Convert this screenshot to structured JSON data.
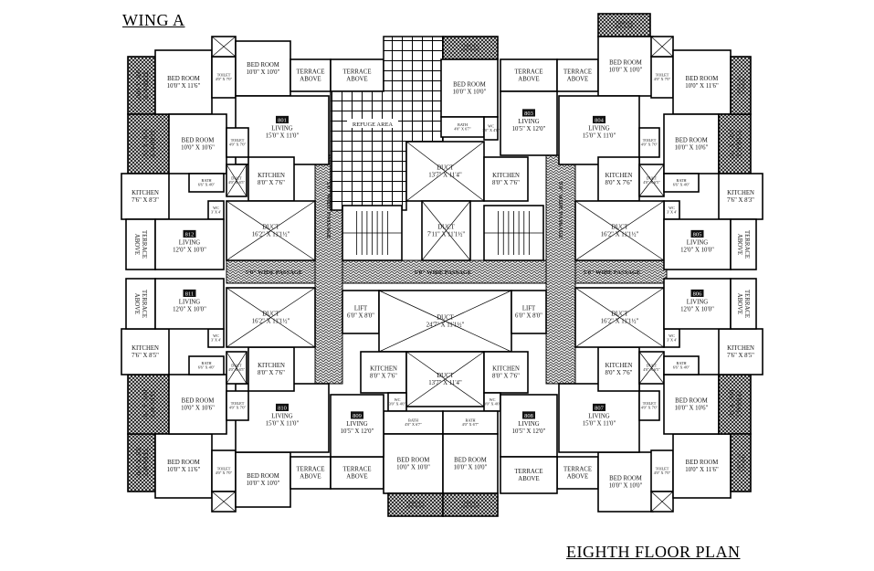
{
  "titles": {
    "wing": "WING A",
    "plan": "EIGHTH FLOOR PLAN"
  },
  "passages": {
    "horizontal_left": "5'0\" WIDE PASSAGE",
    "horizontal_center": "5'0\" WIDE PASSAGE",
    "horizontal_right": "5'0\" WIDE PASSAGE",
    "vertical_left": "5'0\" WIDE PASSAGE",
    "vertical_right": "5'0\" WIDE PASSAGE"
  },
  "rooms": [
    {
      "label": "TERRACE",
      "size": "5'0\" X 10'0\""
    },
    {
      "label": "TERRACE",
      "size": "10'6\" X 7'6\""
    },
    {
      "label": "BED ROOM",
      "size": "10'0\" X 11'6\""
    },
    {
      "label": "TOILET",
      "size": "4'0\" X 7'0\""
    },
    {},
    {
      "label": "BED ROOM",
      "size": "10'0\" X 10'0\""
    },
    {
      "label": "TERRACE",
      "size": "ABOVE"
    },
    {
      "label": "TERRACE",
      "size": "ABOVE"
    },
    {
      "label": "LIVING",
      "size": "15'0\" X 11'0\"",
      "unit": "801"
    },
    {
      "label": "BED ROOM",
      "size": "10'0\" X 10'6\""
    },
    {
      "label": "TOILET",
      "size": "4'0\" X 7'0\""
    },
    {
      "label": "KITCHEN",
      "size": "8'0\" X 7'6\""
    },
    {
      "label": "DUCT",
      "size": "4'0\" X 6'5\""
    },
    {
      "label": "KITCHEN",
      "size": "7'6\" X 8'3\""
    },
    {
      "label": "BATH",
      "size": "6'6\" X 4'0\""
    },
    {
      "label": "WC",
      "size": "3' X 4'"
    },
    {
      "label": "DUCT",
      "size": "16'2\" X 11'1½\""
    },
    {
      "label": "TERRACE",
      "size": "ABOVE"
    },
    {
      "label": "LIVING",
      "size": "12'0\" X 10'0\"",
      "unit": "812"
    },
    {
      "label": "REFUGE AREA"
    },
    {
      "label": "DUCT",
      "size": "13'7\" X 11'4\""
    },
    {
      "label": "DUCT",
      "size": "7'11\" X 11'1½\""
    },
    {},
    {},
    {
      "label": "TERRACE",
      "size": "10'0\" X 5'0\""
    },
    {
      "label": "BED ROOM",
      "size": "10'0\" X 10'0\""
    },
    {
      "label": "BATH",
      "size": "4'0\" X 6'7\""
    },
    {
      "label": "WC",
      "size": "3'0\" X 4'0\""
    },
    {
      "label": "TERRACE",
      "size": "ABOVE"
    },
    {
      "label": "LIVING",
      "size": "10'5\" X 12'0\"",
      "unit": "803"
    },
    {
      "label": "KITCHEN",
      "size": "8'0\" X 7'6\""
    },
    {
      "label": "TERRACE",
      "size": "ABOVE"
    },
    {
      "label": "TERRACE",
      "size": "10'0\" X 5'0\""
    },
    {
      "label": "BED ROOM",
      "size": "10'0\" X 10'0\""
    },
    {
      "label": "LIVING",
      "size": "15'0\" X 11'0\"",
      "unit": "804"
    },
    {
      "label": "KITCHEN",
      "size": "8'0\" X 7'6\""
    },
    {
      "label": "TOILET",
      "size": "4'0\" X 7'0\""
    },
    {
      "label": "DUCT",
      "size": "4'0\" X 6'5\""
    },
    {
      "label": "TOILET",
      "size": "4'0\" X 7'0\""
    },
    {},
    {
      "label": "BED ROOM",
      "size": "10'0\" X 11'6\""
    },
    {
      "label": "BED ROOM",
      "size": "10'0\" X 10'6\""
    },
    {
      "label": "TERRACE",
      "size": "10'6\" X 7'6\""
    },
    {
      "label": "TERRACE",
      "size": "5'0\" X 10'0\""
    },
    {
      "label": "BATH",
      "size": "6'6\" X 4'0\""
    },
    {
      "label": "WC",
      "size": "3' X 4'"
    },
    {
      "label": "KITCHEN",
      "size": "7'6\" X 8'3\""
    },
    {
      "label": "DUCT",
      "size": "16'2\" X 11'1½\""
    },
    {
      "label": "LIVING",
      "size": "12'0\" X 10'0\"",
      "unit": "805"
    },
    {
      "label": "TERRACE",
      "size": "ABOVE"
    },
    {
      "label": "TERRACE",
      "size": "5'0\" X 10'0\""
    },
    {
      "label": "TERRACE",
      "size": "10'6\" X 7'6\""
    },
    {
      "label": "BED ROOM",
      "size": "10'0\" X 11'6\""
    },
    {
      "label": "TOILET",
      "size": "4'0\" X 7'0\""
    },
    {},
    {
      "label": "BED ROOM",
      "size": "10'0\" X 10'0\""
    },
    {
      "label": "TERRACE",
      "size": "ABOVE"
    },
    {
      "label": "TERRACE",
      "size": "ABOVE"
    },
    {
      "label": "LIVING",
      "size": "15'0\" X 11'0\"",
      "unit": "810"
    },
    {
      "label": "BED ROOM",
      "size": "10'0\" X 10'6\""
    },
    {
      "label": "TOILET",
      "size": "4'0\" X 7'0\""
    },
    {
      "label": "KITCHEN",
      "size": "8'0\" X 7'6\""
    },
    {
      "label": "DUCT",
      "size": "4'0\" X 6'5\""
    },
    {
      "label": "KITCHEN",
      "size": "7'6\" X 8'5\""
    },
    {
      "label": "BATH",
      "size": "6'6\" X 4'0\""
    },
    {
      "label": "WC",
      "size": "3' X 4'"
    },
    {
      "label": "DUCT",
      "size": "16'2\" X 11'1½\""
    },
    {
      "label": "TERRACE",
      "size": "ABOVE"
    },
    {
      "label": "LIVING",
      "size": "12'0\" X 10'0\"",
      "unit": "811"
    },
    {
      "label": "TERRACE",
      "size": "ABOVE"
    },
    {
      "label": "BED ROOM",
      "size": "10'0\" X 10'0\""
    },
    {
      "label": "LIVING",
      "size": "15'0\" X 11'0\"",
      "unit": "807"
    },
    {
      "label": "KITCHEN",
      "size": "8'0\" X 7'6\""
    },
    {
      "label": "TOILET",
      "size": "4'0\" X 7'0\""
    },
    {
      "label": "DUCT",
      "size": "4'0\" X 6'5\""
    },
    {
      "label": "TOILET",
      "size": "4'0\" X 7'0\""
    },
    {},
    {
      "label": "BED ROOM",
      "size": "10'0\" X 11'6\""
    },
    {
      "label": "BED ROOM",
      "size": "10'0\" X 10'6\""
    },
    {
      "label": "TERRACE",
      "size": "10'6\" X 7'6\""
    },
    {
      "label": "TERRACE",
      "size": "5'0\" X 10'0\""
    },
    {
      "label": "BATH",
      "size": "6'6\" X 4'0\""
    },
    {
      "label": "WC",
      "size": "3' X 4'"
    },
    {
      "label": "KITCHEN",
      "size": "7'6\" X 8'5\""
    },
    {
      "label": "DUCT",
      "size": "16'2\" X 11'1½\""
    },
    {
      "label": "LIVING",
      "size": "12'0\" X 10'0\"",
      "unit": "806"
    },
    {
      "label": "TERRACE",
      "size": "ABOVE"
    },
    {
      "label": "LIFT",
      "size": "6'0\" X 8'0\""
    },
    {
      "label": "DUCT",
      "size": "24'7\" X 11'1½\""
    },
    {
      "label": "LIFT",
      "size": "6'0\" X 8'0\""
    },
    {
      "label": "KITCHEN",
      "size": "8'0\" X 7'6\""
    },
    {
      "label": "DUCT",
      "size": "13'7\" X 11'4\""
    },
    {
      "label": "KITCHEN",
      "size": "8'0\" X 7'6\""
    },
    {
      "label": "WC",
      "size": "3'0\" X 4'0\""
    },
    {
      "label": "WC",
      "size": "3'0\" X 4'0\""
    },
    {
      "label": "BATH",
      "size": "4'0\" X 6'7\""
    },
    {
      "label": "BATH",
      "size": "4'0\" X 6'7\""
    },
    {
      "label": "BED ROOM",
      "size": "10'0\" X 10'0\""
    },
    {
      "label": "BED ROOM",
      "size": "10'0\" X 10'0\""
    },
    {
      "label": "TERRACE",
      "size": "10'0\" X 5'0\""
    },
    {
      "label": "TERRACE",
      "size": "10'0\" X 5'0\""
    },
    {
      "label": "LIVING",
      "size": "10'5\" X 12'0\"",
      "unit": "809"
    },
    {
      "label": "LIVING",
      "size": "10'5\" X 12'0\"",
      "unit": "808"
    },
    {
      "label": "TERRACE",
      "size": "ABOVE"
    }
  ]
}
